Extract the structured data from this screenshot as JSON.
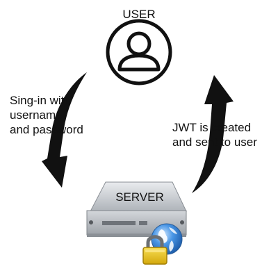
{
  "user": {
    "title": "USER"
  },
  "server": {
    "title": "SERVER"
  },
  "flow": {
    "signin_lines": [
      "Sing-in with",
      "username",
      "and password"
    ],
    "jwt_lines": [
      "JWT is created",
      "and sent to user"
    ]
  },
  "icons": [
    "user-icon",
    "server-icon",
    "globe-icon",
    "padlock-icon",
    "arrow-down-icon",
    "arrow-up-icon"
  ],
  "colors": {
    "ink": "#111111",
    "server_body": "#bfc3c8",
    "globe": "#2f7fd3",
    "padlock": "#e8c21a"
  }
}
